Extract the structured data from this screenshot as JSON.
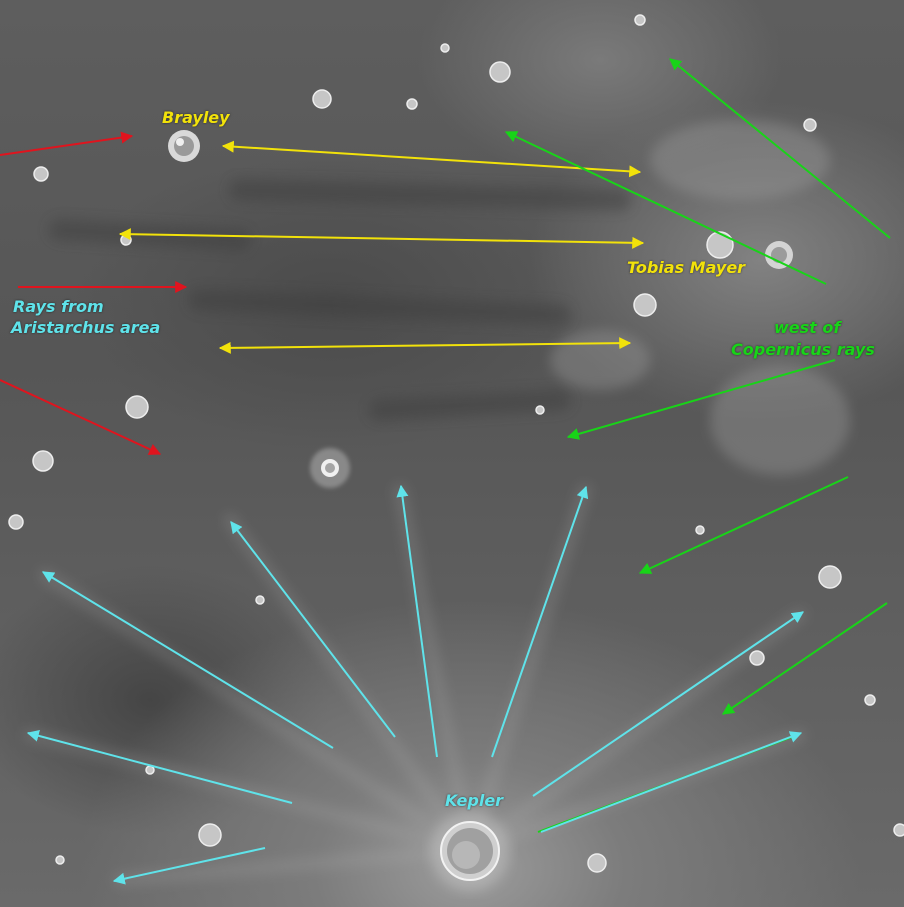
{
  "image": {
    "labels": {
      "brayley": "Brayley",
      "tobias_mayer": "Tobias Mayer",
      "aristarchus_line1": "Rays from",
      "aristarchus_line2": "Aristarchus area",
      "copernicus_line1": "west of",
      "copernicus_line2": "Copernicus rays",
      "kepler": "Kepler"
    },
    "colors": {
      "yellow": "#f2e20a",
      "green": "#18d418",
      "cyan": "#5fe3ea",
      "red": "#e0141e"
    }
  }
}
